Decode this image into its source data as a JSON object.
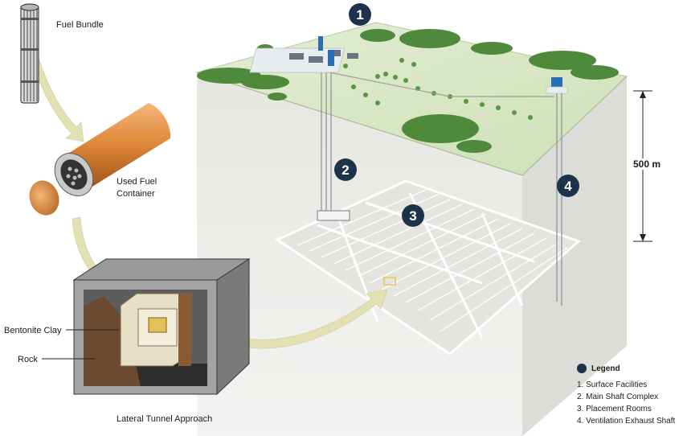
{
  "labels": {
    "fuel_bundle": "Fuel Bundle",
    "container_line1": "Used Fuel",
    "container_line2": "Container",
    "bentonite": "Bentonite Clay",
    "rock": "Rock",
    "tunnel_caption": "Lateral Tunnel Approach",
    "depth": "500 m"
  },
  "markers": [
    "1",
    "2",
    "3",
    "4"
  ],
  "legend": {
    "title": "Legend",
    "items": [
      "1.  Surface Facilities",
      "2.  Main Shaft Complex",
      "3.  Placement Rooms",
      "4.  Ventilation Exhaust Shaft"
    ]
  },
  "colors": {
    "marker": "#1d3349",
    "ground_top": "#dbe8c9",
    "ground_side": "#ebebe8",
    "trees": "#4f8a3c",
    "container": "#e0883a",
    "bentonite": "#6b4a32",
    "arrow": "#e3e0b4"
  }
}
